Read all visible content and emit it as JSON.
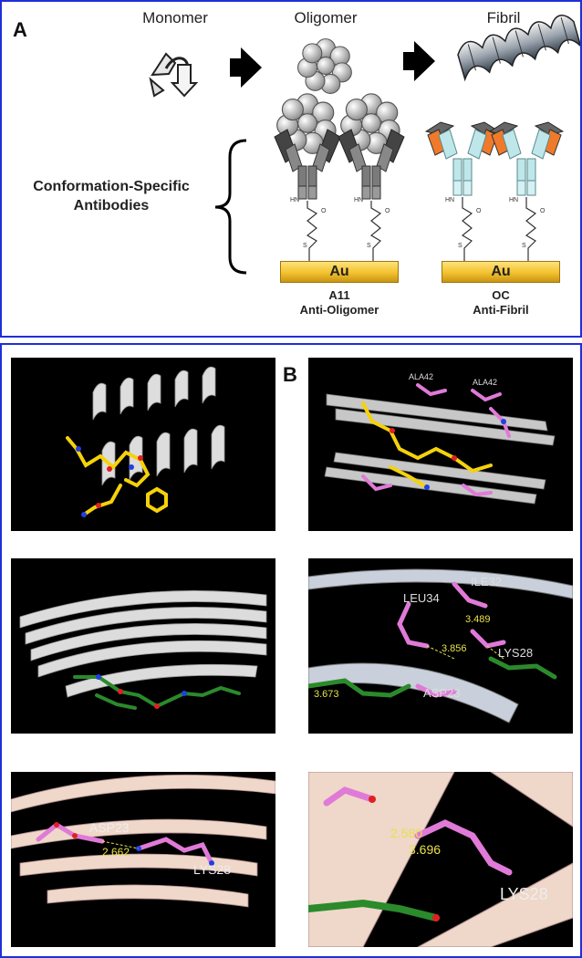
{
  "panel_a": {
    "label": "A",
    "stages": [
      "Monomer",
      "Oligomer",
      "Fibril"
    ],
    "side_label_line1": "Conformation-Specific",
    "side_label_line2": "Antibodies",
    "surface_label": "Au",
    "linker_labels": {
      "hn": "HN",
      "o": "O",
      "s": "S"
    },
    "antibodies": [
      {
        "name": "A11",
        "target": "Anti-Oligomer"
      },
      {
        "name": "OC",
        "target": "Anti-Fibril"
      }
    ]
  },
  "panel_b": {
    "label": "B",
    "images": [
      {
        "id": "b1",
        "labels": []
      },
      {
        "id": "b2",
        "labels": [
          "ALA42",
          "ALA42"
        ]
      },
      {
        "id": "b3",
        "labels": []
      },
      {
        "id": "b4",
        "labels": [
          "LEU34",
          "ILE32",
          "LYS28",
          "ASP23"
        ],
        "distances": [
          "3.489",
          "3.856",
          "3.673"
        ]
      },
      {
        "id": "b5",
        "labels": [
          "ASP23",
          "LYS28"
        ],
        "distances": [
          "2.662"
        ]
      },
      {
        "id": "b6",
        "labels": [
          "LYS28"
        ],
        "distances": [
          "2.580",
          "3.696"
        ]
      }
    ]
  },
  "colors": {
    "frame": "#1f2fd6",
    "gold": "#f2c12e",
    "orange": "#f07a2b",
    "teal": "#bfe7ea",
    "carbon_yellow": "#f5d20a",
    "carbon_pink": "#e07ad8",
    "carbon_green": "#2b8a2b",
    "distance": "#e8e04a"
  }
}
